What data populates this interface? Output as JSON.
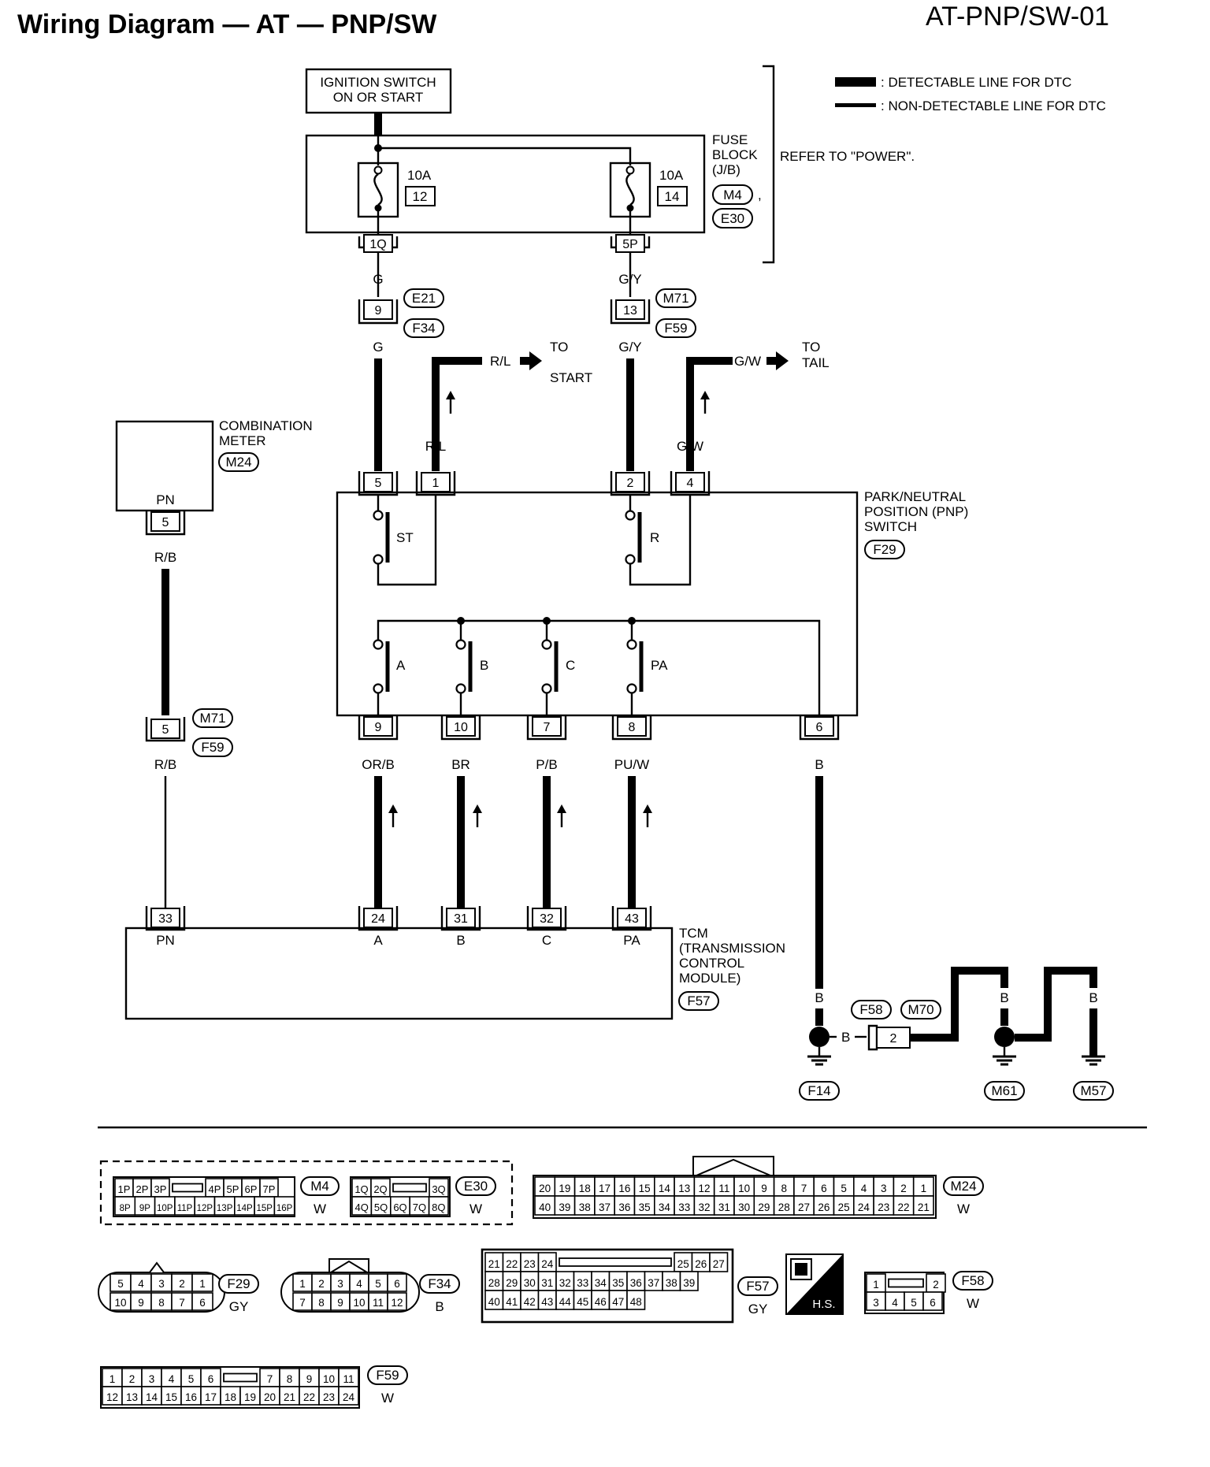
{
  "title": "Wiring Diagram — AT — PNP/SW",
  "code": "AT-PNP/SW-01",
  "legend": {
    "detectable": ": DETECTABLE LINE FOR DTC",
    "non_detectable": ": NON-DETECTABLE LINE FOR DTC"
  },
  "ignition": {
    "line1": "IGNITION SWITCH",
    "line2": "ON OR START"
  },
  "fuse_block": {
    "label1": "FUSE",
    "label2": "BLOCK",
    "label3": "(J/B)",
    "conn1": "M4",
    "comma": ",",
    "conn2": "E30",
    "refer": "REFER TO \"POWER\".",
    "fuse_left": {
      "amp": "10A",
      "num": "12",
      "pin": "1Q"
    },
    "fuse_right": {
      "amp": "10A",
      "num": "14",
      "pin": "5P"
    }
  },
  "wires": {
    "g": "G",
    "gy": "G/Y",
    "rl": "R/L",
    "gw": "G/W",
    "rb": "R/B",
    "orb": "OR/B",
    "br": "BR",
    "pb": "P/B",
    "puw": "PU/W",
    "b": "B"
  },
  "joint_left": {
    "pin": "9",
    "conn1": "E21",
    "conn2": "F34"
  },
  "joint_right": {
    "pin": "13",
    "conn1": "M71",
    "conn2": "F59"
  },
  "to_start": {
    "to": "TO",
    "dest": "START"
  },
  "to_tail": {
    "to": "TO",
    "dest": "TAIL"
  },
  "combination_meter": {
    "line1": "COMBINATION",
    "line2": "METER",
    "conn": "M24",
    "terminal": "PN",
    "pin": "5"
  },
  "meter_joint": {
    "pin": "5",
    "conn1": "M71",
    "conn2": "F59"
  },
  "pnp_switch": {
    "line1": "PARK/NEUTRAL",
    "line2": "POSITION (PNP)",
    "line3": "SWITCH",
    "conn": "F29",
    "top_pins": [
      "5",
      "1",
      "2",
      "4"
    ],
    "bottom_pins": [
      "9",
      "10",
      "7",
      "8",
      "6"
    ],
    "switch_st": "ST",
    "switch_r": "R",
    "switches": [
      "A",
      "B",
      "C",
      "PA"
    ]
  },
  "tcm": {
    "line1": "TCM",
    "line2": "(TRANSMISSION",
    "line3": "CONTROL",
    "line4": "MODULE)",
    "conn": "F57",
    "pins": [
      "33",
      "24",
      "31",
      "32",
      "43"
    ],
    "terminals": [
      "PN",
      "A",
      "B",
      "C",
      "PA"
    ]
  },
  "grounds": {
    "f14": "F14",
    "m61": "M61",
    "m57": "M57",
    "joint_pin": "2",
    "joint_conn1": "F58",
    "joint_conn2": "M70"
  },
  "connectors": {
    "m4": {
      "name": "M4",
      "color": "W",
      "row1": [
        "1P",
        "2P",
        "3P",
        "4P",
        "5P",
        "6P",
        "7P"
      ],
      "row2": [
        "8P",
        "9P",
        "10P",
        "11P",
        "12P",
        "13P",
        "14P",
        "15P",
        "16P"
      ]
    },
    "e30": {
      "name": "E30",
      "color": "W",
      "row1": [
        "1Q",
        "2Q",
        "3Q"
      ],
      "row2": [
        "4Q",
        "5Q",
        "6Q",
        "7Q",
        "8Q"
      ]
    },
    "m24": {
      "name": "M24",
      "color": "W",
      "row1": [
        "20",
        "19",
        "18",
        "17",
        "16",
        "15",
        "14",
        "13",
        "12",
        "11",
        "10",
        "9",
        "8",
        "7",
        "6",
        "5",
        "4",
        "3",
        "2",
        "1"
      ],
      "row2": [
        "40",
        "39",
        "38",
        "37",
        "36",
        "35",
        "34",
        "33",
        "32",
        "31",
        "30",
        "29",
        "28",
        "27",
        "26",
        "25",
        "24",
        "23",
        "22",
        "21"
      ]
    },
    "f29": {
      "name": "F29",
      "color": "GY",
      "row1": [
        "5",
        "4",
        "3",
        "2",
        "1"
      ],
      "row2": [
        "10",
        "9",
        "8",
        "7",
        "6"
      ]
    },
    "f34": {
      "name": "F34",
      "color": "B",
      "row1": [
        "1",
        "2",
        "3",
        "4",
        "5",
        "6"
      ],
      "row2": [
        "7",
        "8",
        "9",
        "10",
        "11",
        "12"
      ]
    },
    "f57": {
      "name": "F57",
      "color": "GY",
      "row1": [
        "21",
        "22",
        "23",
        "24",
        "25",
        "26",
        "27"
      ],
      "row2": [
        "28",
        "29",
        "30",
        "31",
        "32",
        "33",
        "34",
        "35",
        "36",
        "37",
        "38",
        "39"
      ],
      "row3": [
        "40",
        "41",
        "42",
        "43",
        "44",
        "45",
        "46",
        "47",
        "48"
      ]
    },
    "hs": "H.S.",
    "f58": {
      "name": "F58",
      "color": "W",
      "row1": [
        "1",
        "2"
      ],
      "row2": [
        "3",
        "4",
        "5",
        "6"
      ]
    },
    "f59": {
      "name": "F59",
      "color": "W",
      "row1": [
        "1",
        "2",
        "3",
        "4",
        "5",
        "6",
        "7",
        "8",
        "9",
        "10",
        "11"
      ],
      "row2": [
        "12",
        "13",
        "14",
        "15",
        "16",
        "17",
        "18",
        "19",
        "20",
        "21",
        "22",
        "23",
        "24"
      ]
    }
  }
}
